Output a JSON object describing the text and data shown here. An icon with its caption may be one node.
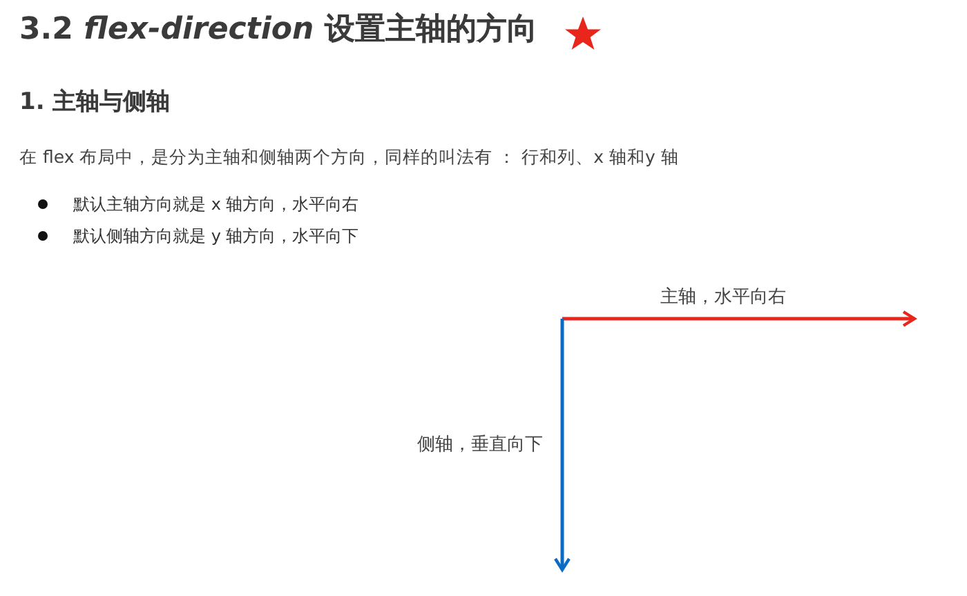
{
  "diagram": {
    "title": "3.2 *flex-direction* 设置主轴的方向",
    "labels": [
      "1. 主轴与侧轴",
      "在 flex 布局中，是分为主轴和侧轴两个方向，同样的叫法有 ： 行和列、x 轴和y 轴",
      "默认主轴方向就是 x 轴方向，水平向右",
      "默认侧轴方向就是 y 轴方向，水平向下",
      "主轴，水平向右",
      "侧轴，垂直向下"
    ]
  }
}
